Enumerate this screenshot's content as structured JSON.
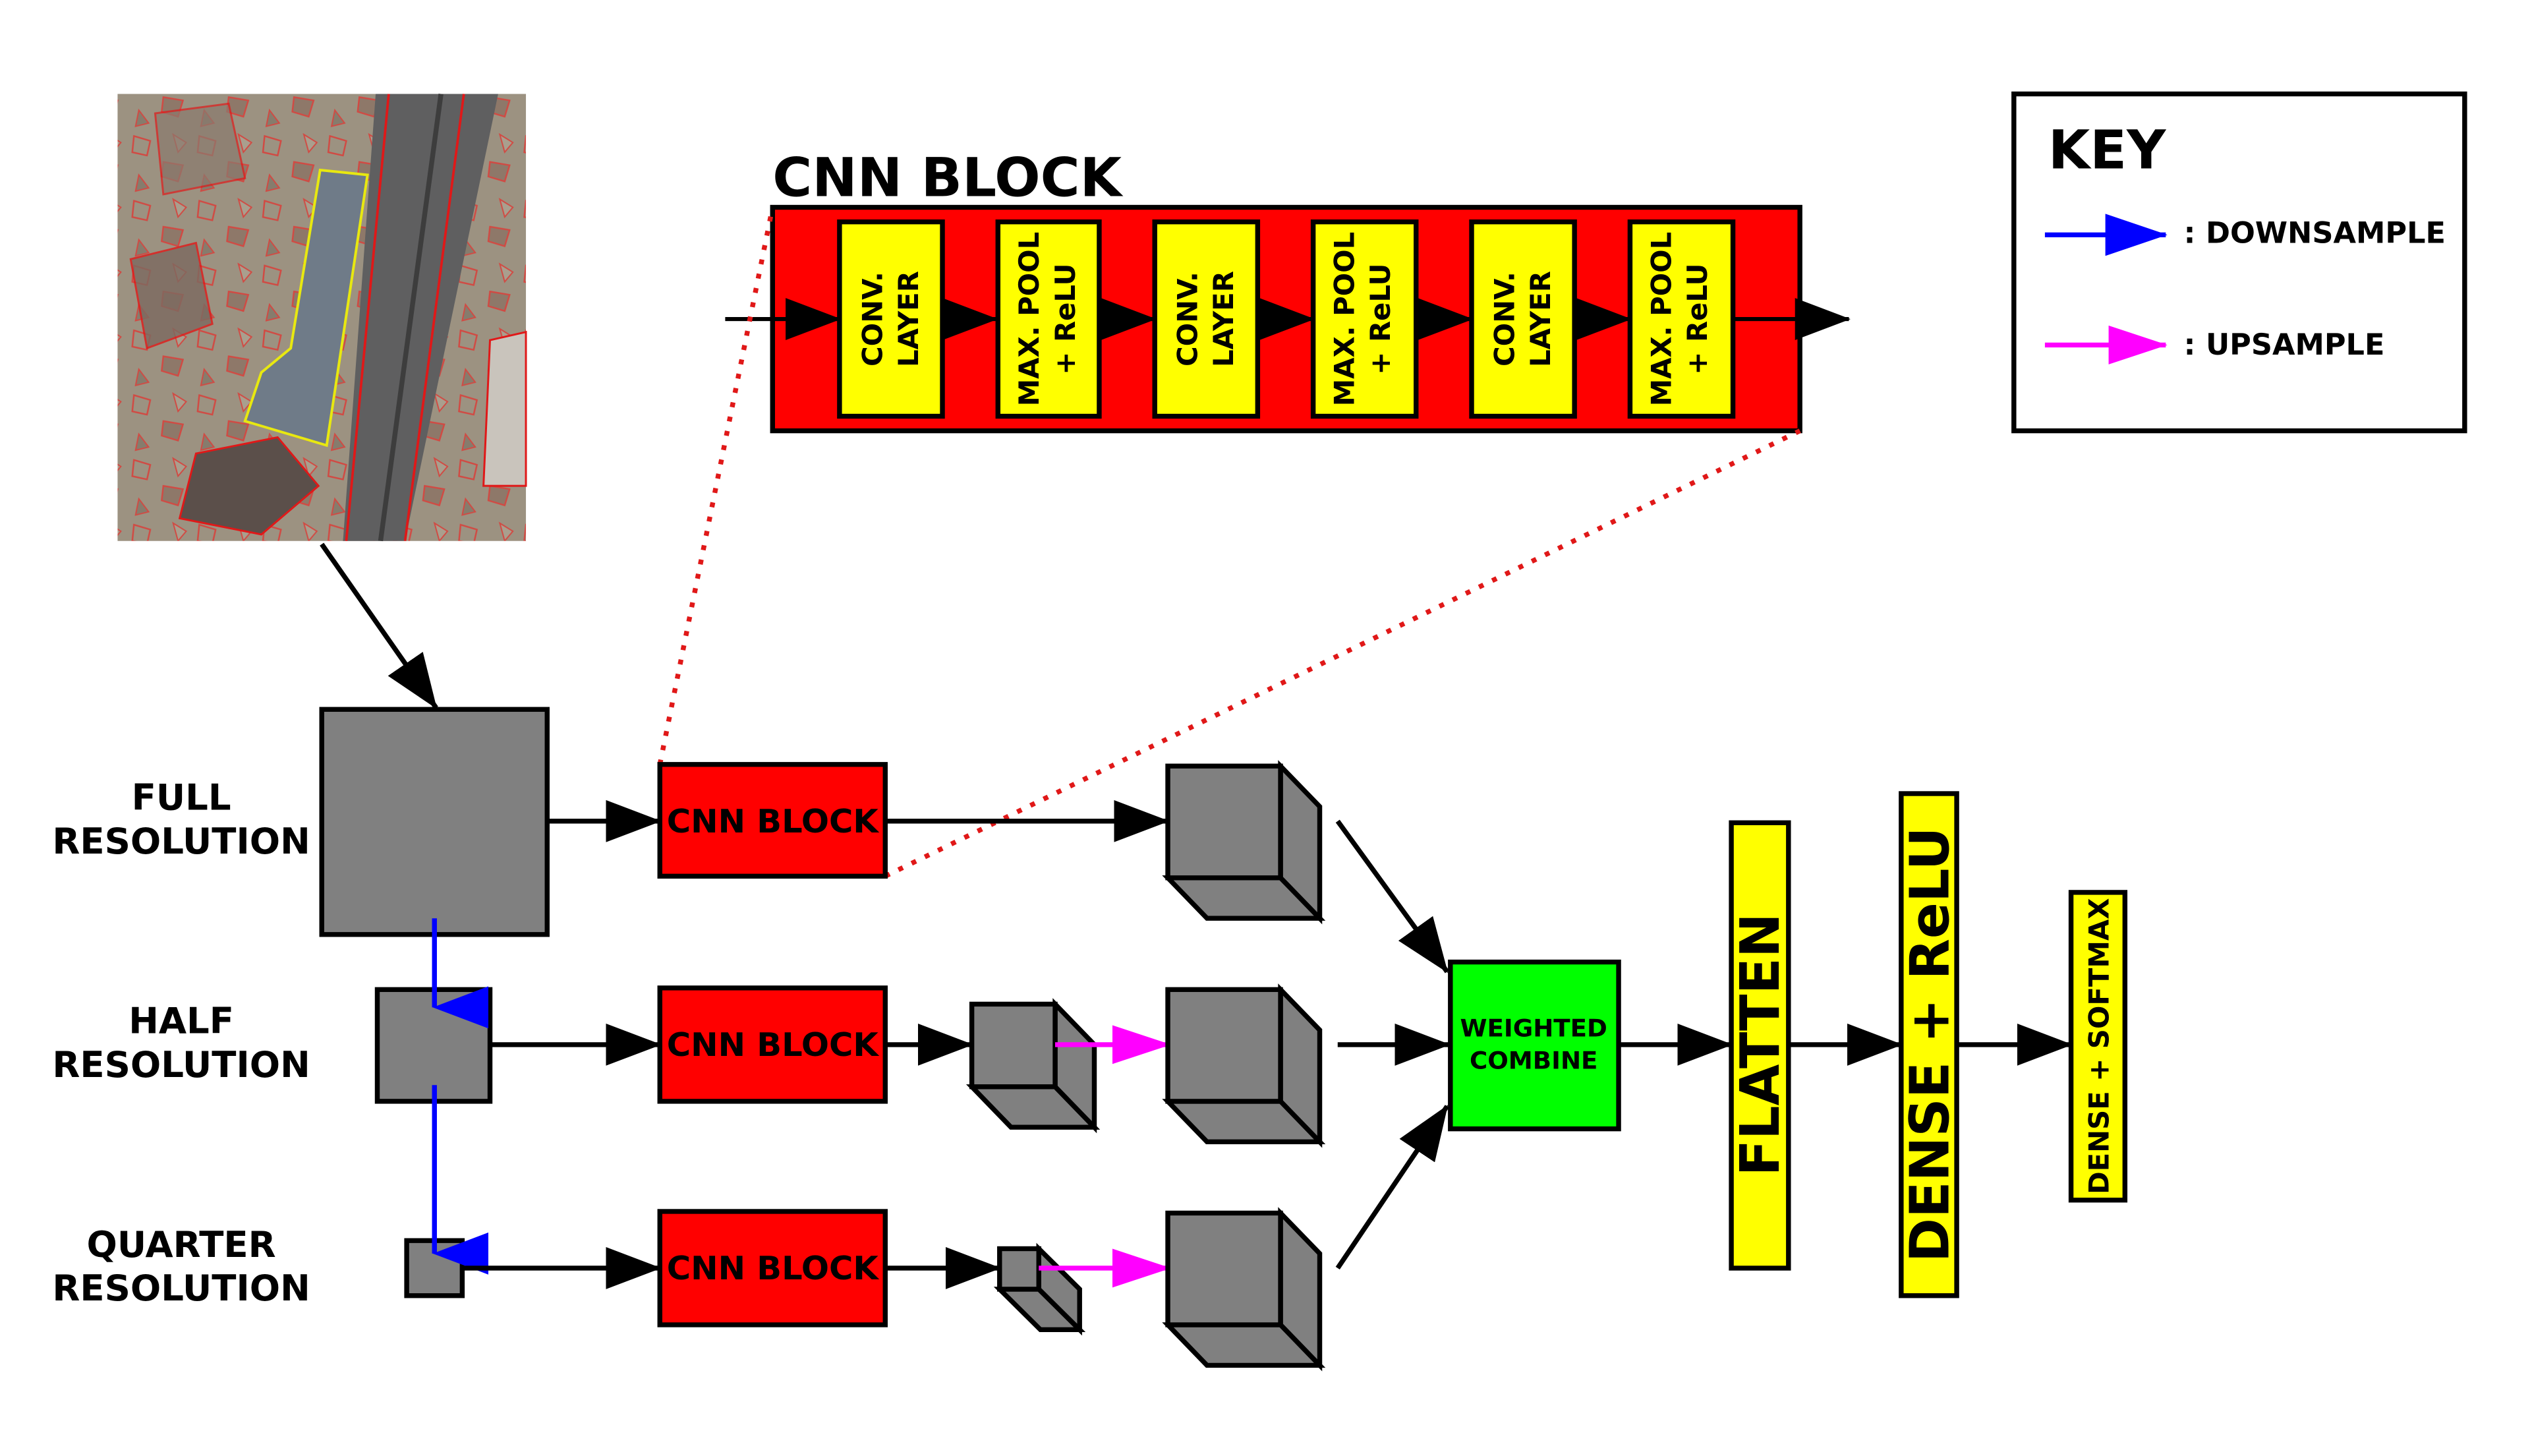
{
  "cnn_block_title": "CNN BLOCK",
  "key": {
    "title": "KEY",
    "downsample": ": DOWNSAMPLE",
    "upsample": ": UPSAMPLE"
  },
  "layers": [
    {
      "line1": "CONV.",
      "line2": "LAYER"
    },
    {
      "line1": "MAX. POOL",
      "line2": "+ ReLU"
    },
    {
      "line1": "CONV.",
      "line2": "LAYER"
    },
    {
      "line1": "MAX. POOL",
      "line2": "+ ReLU"
    },
    {
      "line1": "CONV.",
      "line2": "LAYER"
    },
    {
      "line1": "MAX. POOL",
      "line2": "+ ReLU"
    }
  ],
  "rows": [
    {
      "label1": "FULL",
      "label2": "RESOLUTION",
      "block": "CNN BLOCK"
    },
    {
      "label1": "HALF",
      "label2": "RESOLUTION",
      "block": "CNN BLOCK"
    },
    {
      "label1": "QUARTER",
      "label2": "RESOLUTION",
      "block": "CNN BLOCK"
    }
  ],
  "combine": {
    "line1": "WEIGHTED",
    "line2": "COMBINE"
  },
  "flatten": "FLATTEN",
  "dense_relu": "DENSE + ReLU",
  "dense_softmax": "DENSE + SOFTMAX",
  "colors": {
    "red": "#ff0000",
    "yellow": "#ffff00",
    "green": "#00ff00",
    "gray": "#808080",
    "blue": "#0000ff",
    "magenta": "#ff00ff"
  }
}
